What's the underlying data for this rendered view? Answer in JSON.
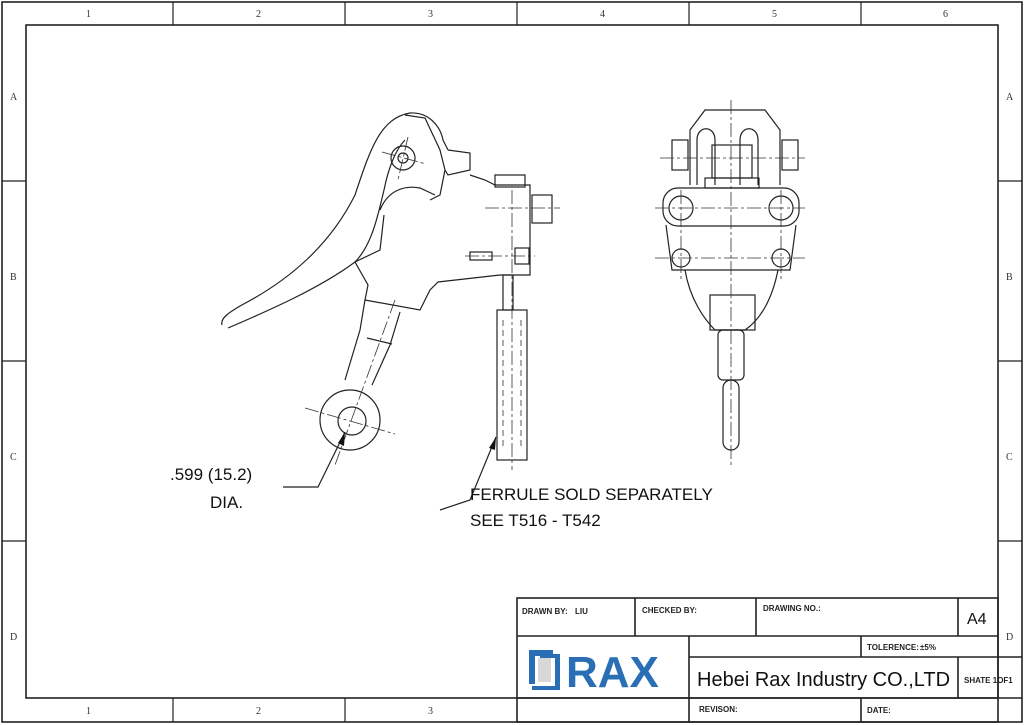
{
  "frame": {
    "top_columns": [
      "1",
      "2",
      "3",
      "4",
      "5",
      "6"
    ],
    "bottom_columns": [
      "1",
      "2",
      "3"
    ],
    "left_rows": [
      "A",
      "B",
      "C",
      "D"
    ],
    "right_rows": [
      "A",
      "B",
      "C",
      "D"
    ]
  },
  "annotations": {
    "hole_dia_value": ".599 (15.2)",
    "hole_dia_label": "DIA.",
    "ferrule_line1": "FERRULE  SOLD SEPARATELY",
    "ferrule_line2": "SEE T516 - T542"
  },
  "title_block": {
    "drawn_by_label": "DRAWN BY:",
    "drawn_by_value": "LIU",
    "checked_by_label": "CHECKED BY:",
    "drawing_no_label": "DRAWING NO.:",
    "sheet_size": "A4",
    "tolerance_label": "TOLERENCE:",
    "tolerance_value": "±5%",
    "company": "Hebei Rax Industry CO.,LTD",
    "sheet": "SHATE 1OF1",
    "revision_label": "REVISON:",
    "date_label": "DATE:",
    "logo_text": "RAX",
    "brand_color": "#2a6fb5"
  }
}
